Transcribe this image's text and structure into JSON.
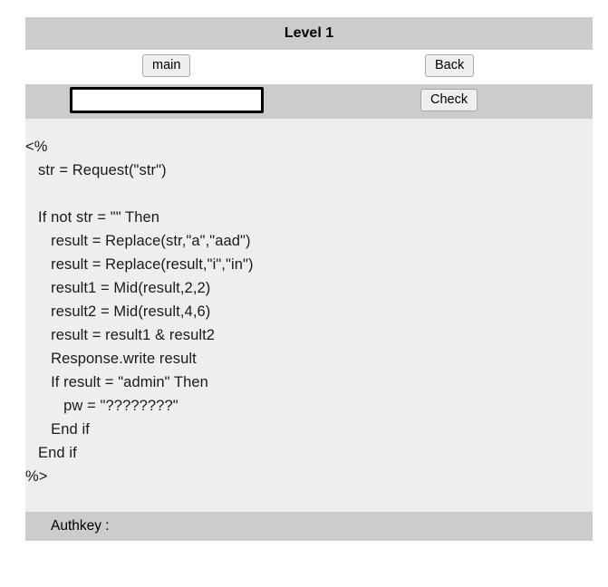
{
  "header": {
    "title": "Level 1"
  },
  "nav": {
    "main_label": "main",
    "back_label": "Back"
  },
  "form": {
    "answer_value": "",
    "answer_placeholder": "",
    "check_label": "Check"
  },
  "code": {
    "lines": [
      "<%",
      "   str = Request(\"str\")",
      "",
      "   If not str = \"\" Then",
      "      result = Replace(str,\"a\",\"aad\")",
      "      result = Replace(result,\"i\",\"in\")",
      "      result1 = Mid(result,2,2)",
      "      result2 = Mid(result,4,6)",
      "      result = result1 & result2",
      "      Response.write result",
      "      If result = \"admin\" Then",
      "         pw = \"????????\"",
      "      End if",
      "   End if",
      "%>"
    ]
  },
  "footer": {
    "authkey_label": "Authkey :",
    "authkey_value": ""
  },
  "colors": {
    "band_gray": "#cccccc",
    "code_bg": "#eeeeee",
    "button_bg": "#efefef",
    "text": "#000000",
    "page_bg": "#ffffff"
  }
}
